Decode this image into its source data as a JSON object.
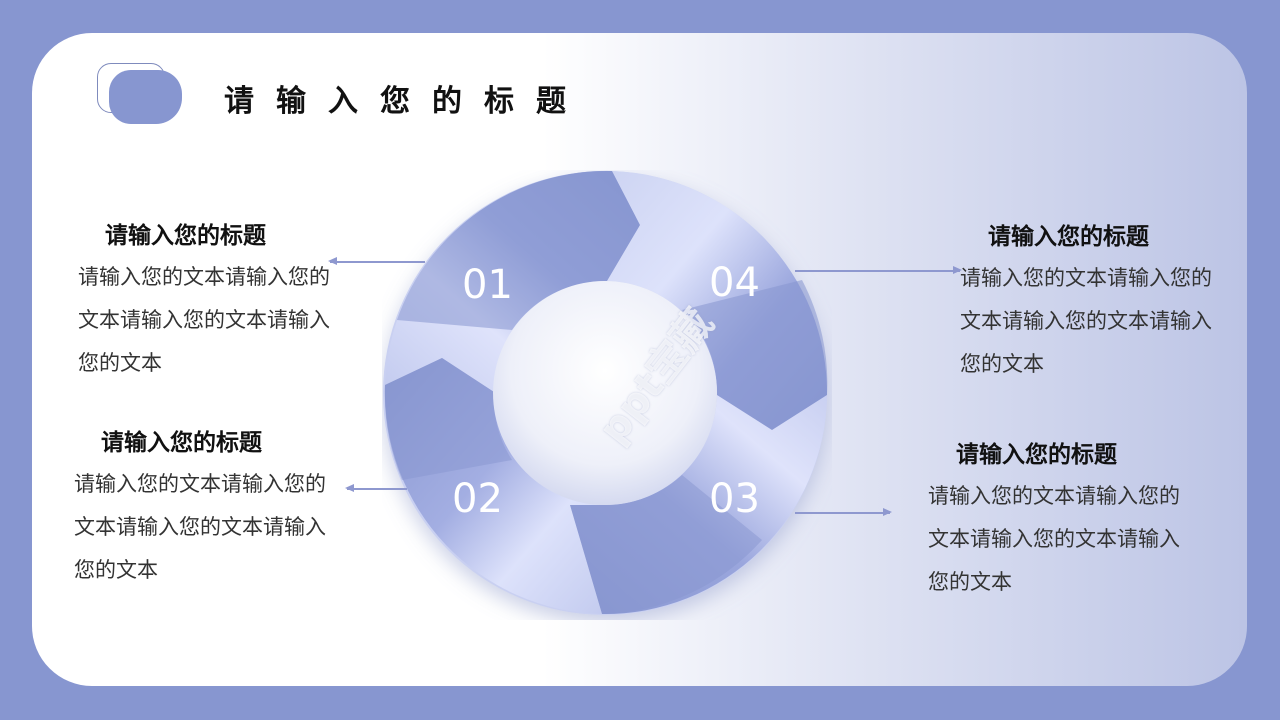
{
  "slide": {
    "title": "请输入您的标题",
    "colors": {
      "background": "#8796d0",
      "accent": "#8796d0",
      "segment_light": "#d7dcf6",
      "text": "#333333"
    }
  },
  "diagram": {
    "type": "cycle-ring",
    "segments": [
      {
        "number": "01",
        "position": "top-left"
      },
      {
        "number": "02",
        "position": "bottom-left"
      },
      {
        "number": "03",
        "position": "bottom-right"
      },
      {
        "number": "04",
        "position": "top-right"
      }
    ],
    "watermark": "ppt宝藏"
  },
  "blocks": [
    {
      "id": "01",
      "title": "请输入您的标题",
      "text": "请输入您的文本请输入您的文本请输入您的文本请输入您的文本"
    },
    {
      "id": "02",
      "title": "请输入您的标题",
      "text": "请输入您的文本请输入您的文本请输入您的文本请输入您的文本"
    },
    {
      "id": "03",
      "title": "请输入您的标题",
      "text": "请输入您的文本请输入您的文本请输入您的文本请输入您的文本"
    },
    {
      "id": "04",
      "title": "请输入您的标题",
      "text": "请输入您的文本请输入您的文本请输入您的文本请输入您的文本"
    }
  ]
}
